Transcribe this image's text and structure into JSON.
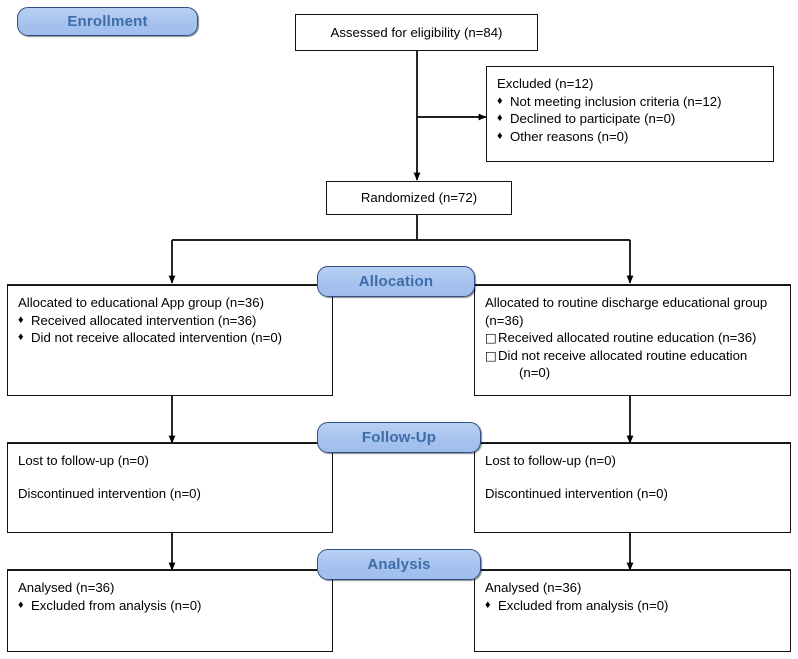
{
  "diagram": {
    "title": "CONSORT participant flow diagram",
    "colors": {
      "pill_fill": "#a8c6f0",
      "pill_border": "#2d4f82",
      "pill_text": "#3d6ca8",
      "box_border": "#121212",
      "line": "#000000",
      "background": "#ffffff"
    }
  },
  "stages": {
    "enrollment": "Enrollment",
    "allocation": "Allocation",
    "followup": "Follow-Up",
    "analysis": "Analysis"
  },
  "bullets": {
    "diamond": "♦",
    "square": "□"
  },
  "boxes": {
    "assessed": {
      "text": "Assessed for eligibility (n=84)"
    },
    "excluded": {
      "heading": "Excluded (n=12)",
      "items": [
        "Not meeting inclusion criteria (n=12)",
        "Declined to participate (n=0)",
        "Other reasons (n=0)"
      ]
    },
    "randomized": {
      "text": "Randomized (n=72)"
    },
    "allocated_left": {
      "heading": "Allocated to educational App group (n=36)",
      "items": [
        "Received allocated intervention (n=36)",
        "Did not receive allocated intervention (n=0)"
      ]
    },
    "allocated_right": {
      "heading_line1": "Allocated to routine discharge educational group",
      "heading_line2": "(n=36)",
      "items": [
        "Received allocated routine education (n=36)",
        "Did not receive allocated routine education"
      ],
      "item2_continuation": "(n=0)"
    },
    "followup_left": {
      "line1": "Lost to follow-up (n=0)",
      "line2": "Discontinued intervention (n=0)"
    },
    "followup_right": {
      "line1": "Lost to follow-up (n=0)",
      "line2": "Discontinued intervention (n=0)"
    },
    "analysis_left": {
      "heading": "Analysed (n=36)",
      "items": [
        "Excluded from analysis (n=0)"
      ]
    },
    "analysis_right": {
      "heading": "Analysed (n=36)",
      "items": [
        "Excluded from analysis (n=0)"
      ]
    }
  }
}
